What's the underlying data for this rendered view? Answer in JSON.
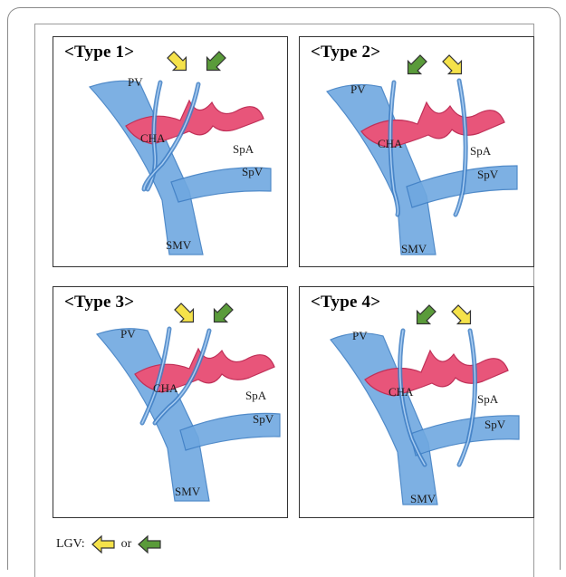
{
  "panels": [
    {
      "title": "<Type 1>",
      "labels": {
        "pv": "PV",
        "cha": "CHA",
        "spa": "SpA",
        "spv": "SpV",
        "smv": "SMV"
      },
      "arrows": [
        "yellow",
        "green"
      ]
    },
    {
      "title": "<Type 2>",
      "labels": {
        "pv": "PV",
        "cha": "CHA",
        "spa": "SpA",
        "spv": "SpV",
        "smv": "SMV"
      },
      "arrows": [
        "green",
        "yellow"
      ]
    },
    {
      "title": "<Type 3>",
      "labels": {
        "pv": "PV",
        "cha": "CHA",
        "spa": "SpA",
        "spv": "SpV",
        "smv": "SMV"
      },
      "arrows": [
        "yellow",
        "green"
      ]
    },
    {
      "title": "<Type 4>",
      "labels": {
        "pv": "PV",
        "cha": "CHA",
        "spa": "SpA",
        "spv": "SpV",
        "smv": "SMV"
      },
      "arrows": [
        "green",
        "yellow"
      ]
    }
  ],
  "legend": {
    "label": "LGV:",
    "or": "or",
    "arrow_colors": [
      "yellow",
      "green"
    ]
  },
  "colors": {
    "vein": "#6fa8e0",
    "vein_dark": "#3f7fc4",
    "artery": "#e8557a",
    "artery_light": "#f08aa6",
    "arrow_yellow": "#f5e24a",
    "arrow_green": "#5a9b3a",
    "arrow_stroke": "#333333"
  }
}
